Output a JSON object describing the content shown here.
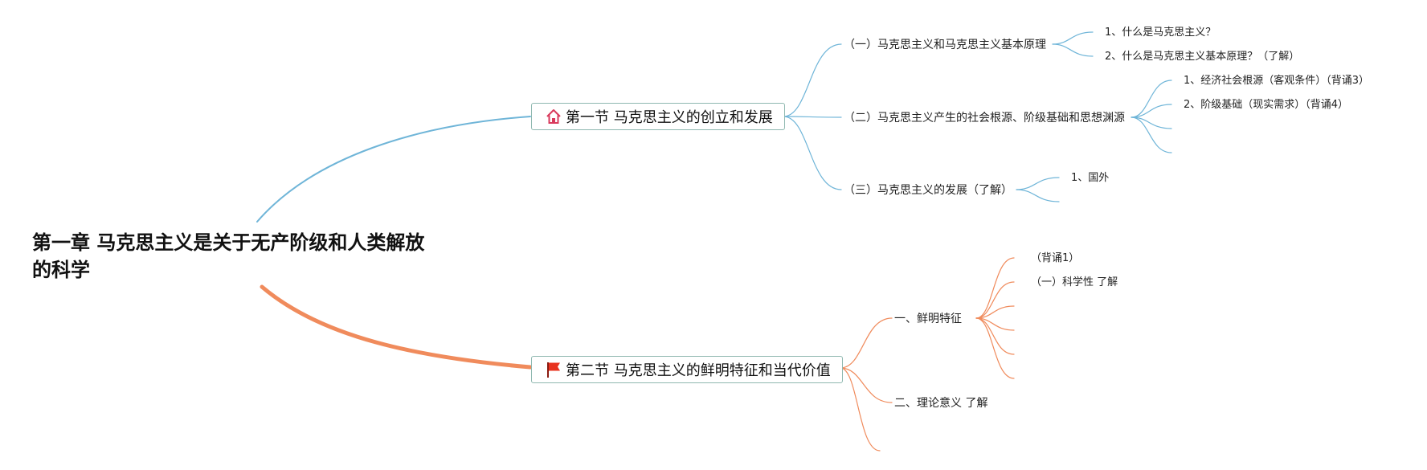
{
  "root": {
    "title": "第一章 马克思主义是关于无产阶级和人类解放的科学"
  },
  "sections": [
    {
      "label": "第一节 马克思主义的创立和发展",
      "icon": "home-icon",
      "color": "#6fb5d8",
      "children": [
        {
          "label": "（一）马克思主义和马克思主义基本原理",
          "children": [
            "1、什么是马克思主义？",
            "2、什么是马克思主义基本原理？（了解）"
          ]
        },
        {
          "label": "（二）马克思主义产生的社会根源、阶级基础和思想渊源",
          "children": [
            "1、经济社会根源（客观条件）（背诵3）",
            "2、阶级基础（现实需求）（背诵4）",
            "",
            ""
          ]
        },
        {
          "label": "（三）马克思主义的发展（了解）",
          "children": [
            "1、国外",
            ""
          ]
        }
      ]
    },
    {
      "label": "第二节 马克思主义的鲜明特征和当代价值",
      "icon": "flag-icon",
      "color": "#f08b5c",
      "children": [
        {
          "label": "一、鲜明特征",
          "children": [
            "（背诵1）",
            "（一）科学性 了解",
            "",
            "",
            "",
            ""
          ]
        },
        {
          "label": "二、理论意义 了解",
          "children": []
        },
        {
          "label": "",
          "children": []
        }
      ]
    }
  ]
}
